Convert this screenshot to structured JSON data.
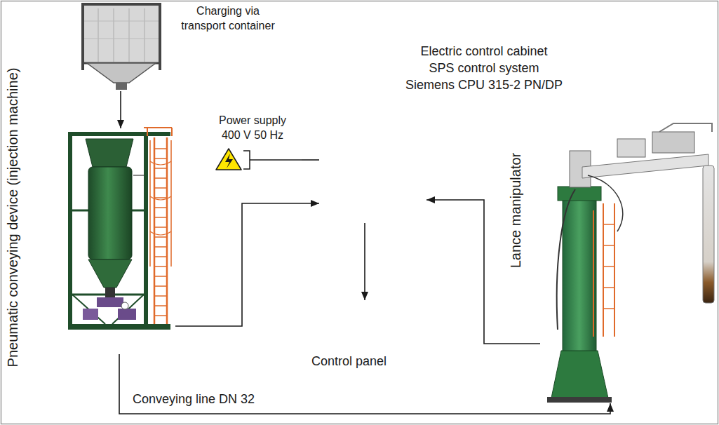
{
  "diagram": {
    "nodes": [
      {
        "text": [
          "Pneumatic conveying device (injection machine)"
        ]
      },
      {
        "text": [
          "Charging via transport container"
        ]
      },
      {
        "text": [
          "Power supply",
          "400 V 50 Hz"
        ]
      },
      {
        "text": [
          "Electric control cabinet",
          "SPS control system",
          "Siemens CPU 315-2 PN/DP"
        ]
      },
      {
        "text": [
          "Lance manipulator"
        ]
      },
      {
        "text": [
          "Control panel"
        ]
      }
    ],
    "edges": [
      {
        "from": 1,
        "to": 0,
        "arrow": "to"
      },
      {
        "from": 0,
        "to": 3,
        "arrow": "to"
      },
      {
        "from": 4,
        "to": 3,
        "arrow": "to"
      },
      {
        "from": 3,
        "to": 5,
        "arrow": "to"
      },
      {
        "from": 0,
        "to": 4,
        "arrow": "to",
        "label": "Conveying line DN 32"
      },
      {
        "from": 2,
        "to": 3,
        "arrow": "none"
      }
    ]
  }
}
